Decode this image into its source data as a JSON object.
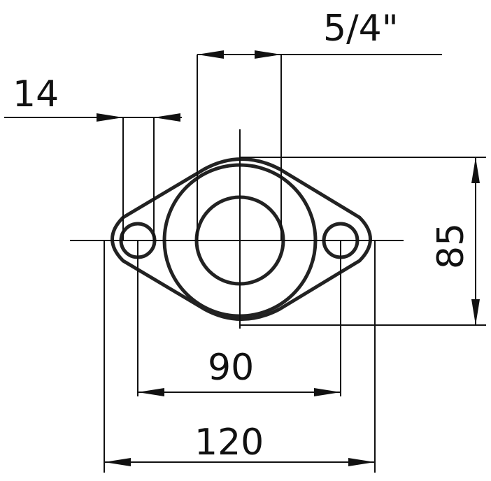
{
  "drawing": {
    "dimensions": {
      "bolt_hole_diameter": "14",
      "thread_size": "5/4\"",
      "height": "85",
      "bolt_spacing": "90",
      "overall_width": "120"
    },
    "line_color": "#111111"
  }
}
